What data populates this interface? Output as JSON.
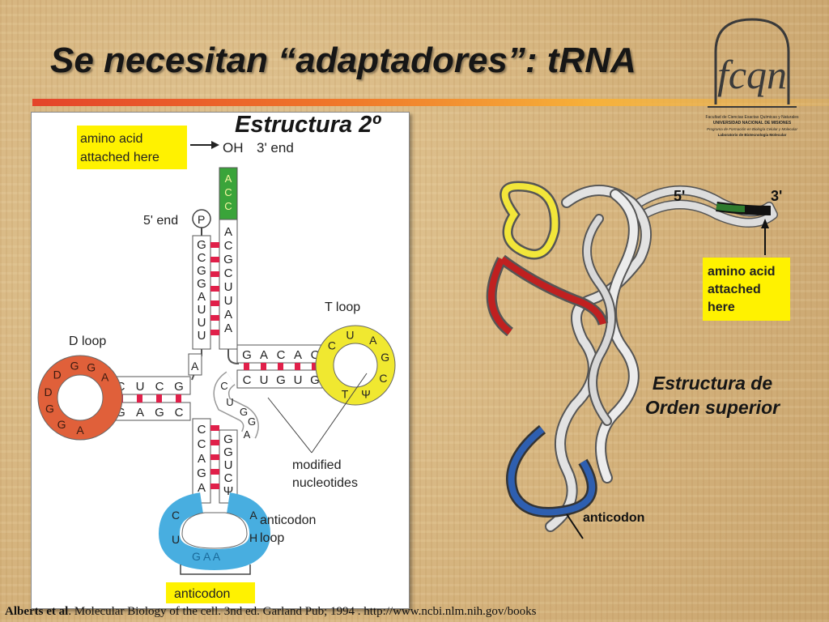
{
  "slide": {
    "title": "Se necesitan “adaptadores”: tRNA",
    "left_heading": "Estructura 2º",
    "right_heading_line1": "Estructura de",
    "right_heading_line2": "Orden superior"
  },
  "logo": {
    "letters": "fcqn",
    "line1": "Facultad de Ciencias Exactas Químicas y Naturales",
    "line2": "UNIVERSIDAD NACIONAL DE MISIONES",
    "line3": "Programa de Formación en Biología Celular y Molecular",
    "line4": "Laboratorio de Biotecnología Molecular"
  },
  "diagram_2d": {
    "amino_label_1": "amino acid",
    "amino_label_2": "attached here",
    "oh": "OH",
    "three_end": "3' end",
    "five_end": "5' end",
    "p": "P",
    "t_loop": "T loop",
    "d_loop": "D loop",
    "modified_1": "modified",
    "modified_2": "nucleotides",
    "anticodon_loop_1": "anticodon",
    "anticodon_loop_2": "loop",
    "anticodon_label": "anticodon",
    "acceptor_tail": [
      "A",
      "C",
      "C"
    ],
    "acceptor_5": [
      "G",
      "C",
      "G",
      "G",
      "A",
      "U",
      "U",
      "U"
    ],
    "acceptor_3": [
      "A",
      "C",
      "G",
      "C",
      "U",
      "U",
      "A",
      "A"
    ],
    "t_stem_top": [
      "G",
      "A",
      "C",
      "A",
      "C"
    ],
    "t_stem_bottom": [
      "C",
      "U",
      "G",
      "U",
      "G"
    ],
    "t_loop_nts": [
      "C",
      "U",
      "A",
      "G",
      "C",
      "Ψ",
      "T"
    ],
    "d_stem_top": [
      "C",
      "U",
      "C",
      "G"
    ],
    "d_stem_bottom": [
      "G",
      "A",
      "G",
      "C"
    ],
    "d_loop_nts": [
      "A",
      "G",
      "G",
      "D",
      "D",
      "G",
      "G",
      "A"
    ],
    "connector_a": "A",
    "variable_nts": [
      "C",
      "U",
      "G",
      "G",
      "A"
    ],
    "anticodon_stem_5": [
      "C",
      "C",
      "A",
      "G",
      "A"
    ],
    "anticodon_stem_3": [
      "G",
      "G",
      "U",
      "C",
      "Ψ"
    ],
    "anticodon_loop_nts": [
      "C",
      "U",
      "A",
      "H"
    ],
    "anticodon_nts": "G A A"
  },
  "diagram_3d": {
    "five": "5'",
    "three": "3'",
    "amino_1": "amino acid",
    "amino_2": "attached",
    "amino_3": "here",
    "anticodon": "anticodon"
  },
  "citation": {
    "author": "Alberts et al",
    "rest": ". Molecular Biology of the cell. 3nd ed. Garland Pub; 1994 . http://www.ncbi.nlm.nih.gov/books"
  },
  "colors": {
    "acceptor_green": "#3aa43a",
    "d_loop_orange": "#e0603a",
    "t_loop_yellow": "#f0e830",
    "anticodon_blue": "#48aee0",
    "modified_gray": "#9aa59a",
    "pair_red": "#e0204a",
    "label_yellow": "#fff200"
  }
}
